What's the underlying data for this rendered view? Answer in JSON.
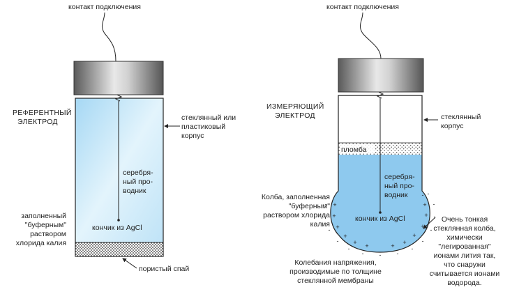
{
  "reference_electrode": {
    "contact_label": "контакт подключения",
    "title": [
      "РЕФЕРЕНТНЫЙ",
      "ЭЛЕКТРОД"
    ],
    "body_label": [
      "стеклянный или",
      "пластиковый",
      "корпус"
    ],
    "wire_label": [
      "серебря-",
      "ный про-",
      "водник"
    ],
    "tip_label": "кончик из AgCl",
    "buffer_label": [
      "заполненный",
      "\"буферным\"",
      "раствором",
      "хлорида калия"
    ],
    "junction_label": "пористый спай"
  },
  "measuring_electrode": {
    "contact_label": "контакт подключения",
    "title": [
      "ИЗМЕРЯЮЩИЙ",
      "ЭЛЕКТРОД"
    ],
    "body_label": [
      "стеклянный",
      "корпус"
    ],
    "seal_label": "пломба",
    "wire_label": [
      "серебря-",
      "ный про-",
      "водник"
    ],
    "tip_label": "кончик из AgCl",
    "bulb_label": [
      "Колба, заполненная",
      "\"буферным\"",
      "раствором хлорида",
      "калия"
    ],
    "membrane_label": [
      "Очень тонкая",
      "стеклянная колба,",
      "химически",
      "\"легированная\"",
      "ионами лития так,",
      "что снаружи",
      "считывается ионами",
      "водорода."
    ],
    "voltage_label": [
      "Колебания напряжения,",
      "производимые по толщине",
      "стеклянной мембраны"
    ]
  },
  "colors": {
    "cap_dark": "#555555",
    "cap_light": "#e6e6e6",
    "solution": "#8ec9ee",
    "solution_light": "#e6f5fd",
    "outline": "#222222"
  },
  "icons": {
    "plus": "+",
    "minus": "-"
  }
}
